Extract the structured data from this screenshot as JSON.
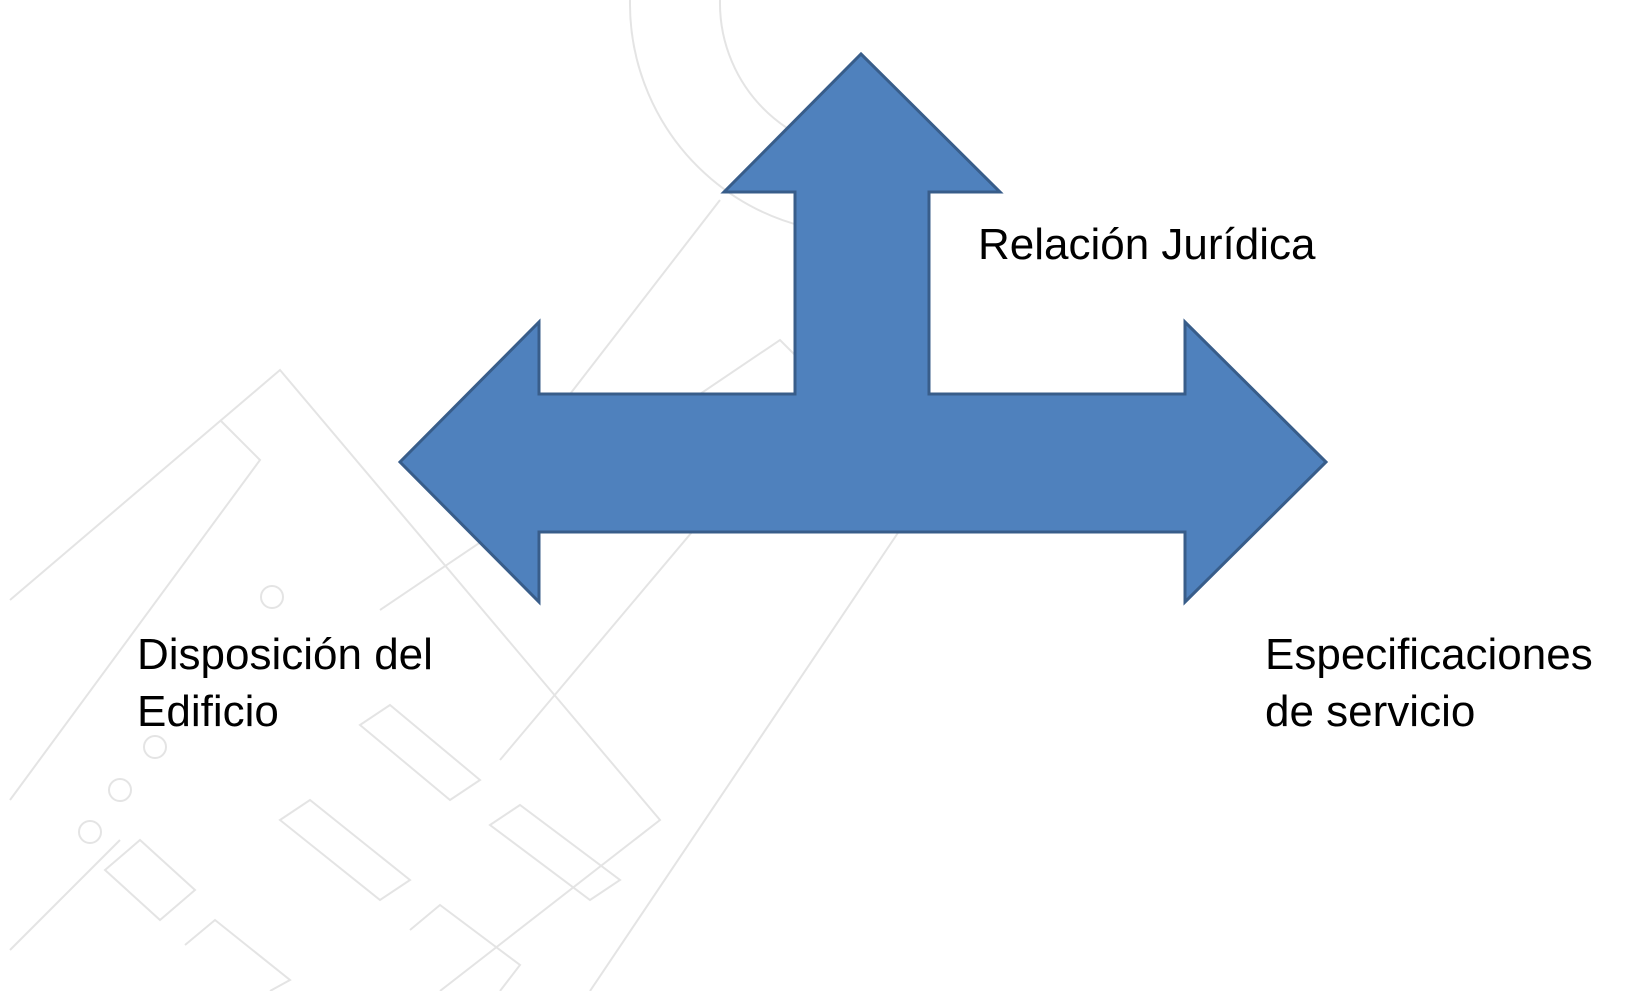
{
  "diagram": {
    "labels": {
      "top": "Relación Jurídica",
      "left_line1": "Disposición del",
      "left_line2": "Edificio",
      "right_line1": "Especificaciones",
      "right_line2": "de servicio"
    },
    "colors": {
      "arrow_fill": "#4F81BD",
      "arrow_stroke": "#385D8A",
      "watermark": "#E6E6E6",
      "text": "#000000"
    },
    "icons": [
      "three-way-arrow-icon",
      "building-plan-watermark"
    ]
  }
}
